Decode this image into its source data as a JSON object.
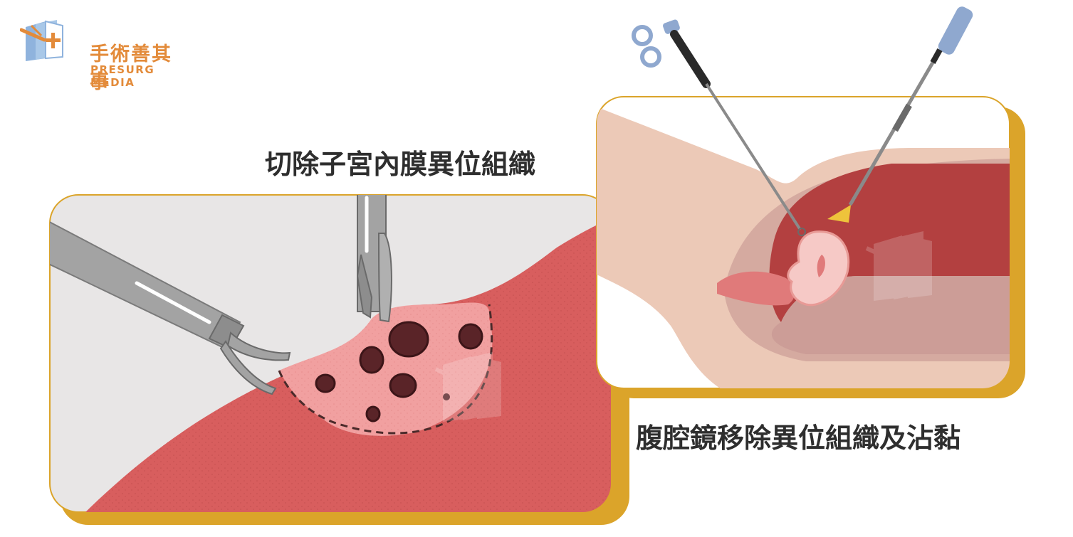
{
  "logo": {
    "name_zh": "手術善其事",
    "name_en": "PRESURG MEDIA"
  },
  "captions": {
    "excision": "切除子宮內膜異位組織",
    "laparoscopy": "腹腔鏡移除異位組織及沾黏"
  },
  "colors": {
    "brand_orange": "#e38b3a",
    "frame_gold": "#dba42a",
    "tissue_red": "#d85e5e",
    "lesion_pink": "#f1a0a0",
    "lesion_dark": "#5a2428",
    "abdomen_cavity": "#b34040",
    "skin": "#ecc9b7",
    "instrument_gray": "#a3a3a3",
    "instrument_blue": "#8fa8cf"
  },
  "icons": {
    "logo": "presurg-logo-icon",
    "grasper": "surgical-grasper-icon",
    "forceps": "surgical-forceps-icon",
    "scissors": "laparoscopic-scissors-icon",
    "cautery": "cautery-probe-icon",
    "watermark": "presurg-watermark-icon"
  }
}
